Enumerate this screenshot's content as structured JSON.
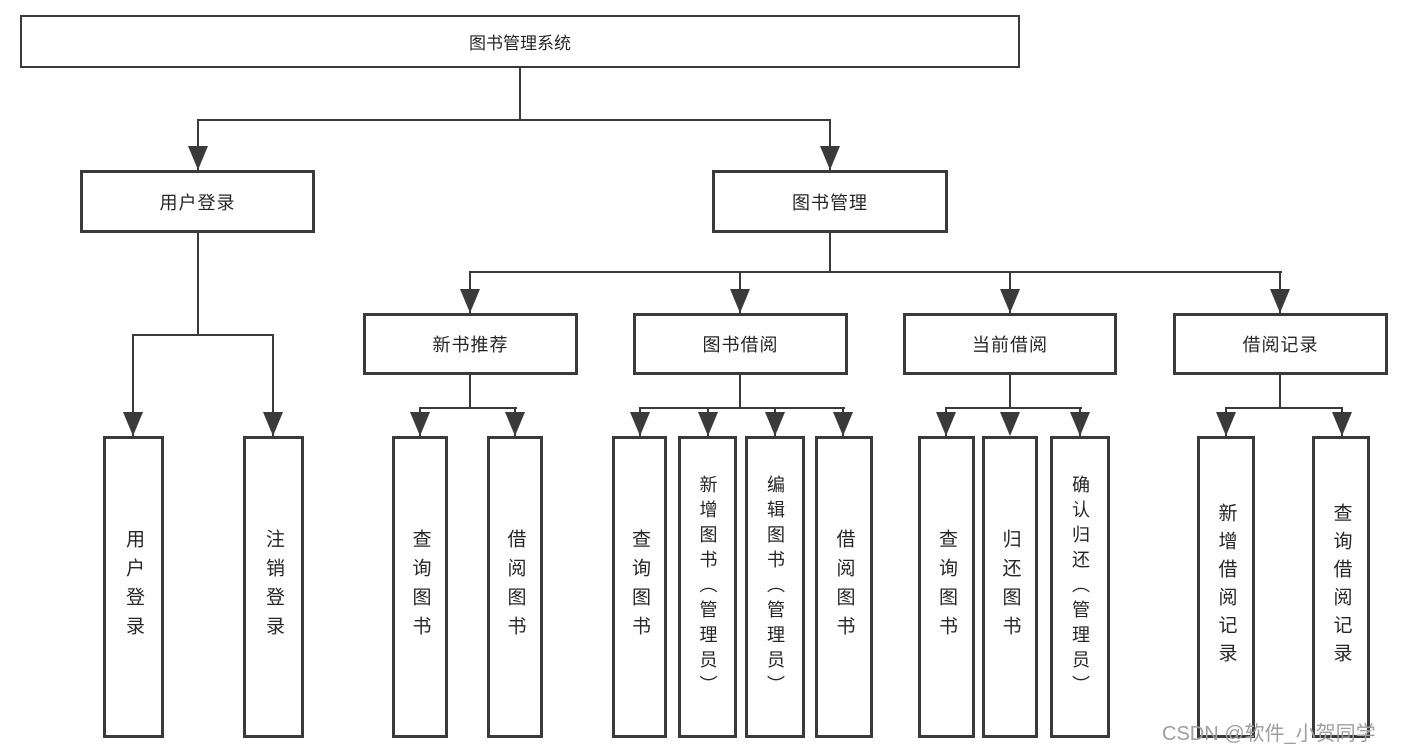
{
  "colors": {
    "line": "#3a3a3a",
    "text": "#262626",
    "watermark": "#9e9e9e",
    "bg": "#ffffff"
  },
  "nodes": {
    "root": "图书管理系统",
    "user_login": "用户登录",
    "book_mgmt": "图书管理",
    "leaf_user_login": "用户登录",
    "leaf_logout": "注销登录",
    "new_book_rec": "新书推荐",
    "book_borrow": "图书借阅",
    "current_borrow": "当前借阅",
    "borrow_records": "借阅记录",
    "nbr_query_book": "查询图书",
    "nbr_borrow_book": "借阅图书",
    "bb_query_book": "查询图书",
    "bb_add_book": "新增图书（管理员）",
    "bb_edit_book": "编辑图书（管理员）",
    "bb_borrow_book": "借阅图书",
    "cb_query_book": "查询图书",
    "cb_return_book": "归还图书",
    "cb_confirm_return": "确认归还（管理员）",
    "br_add_record": "新增借阅记录",
    "br_query_record": "查询借阅记录"
  },
  "watermark": "CSDN @软件_小贺同学"
}
